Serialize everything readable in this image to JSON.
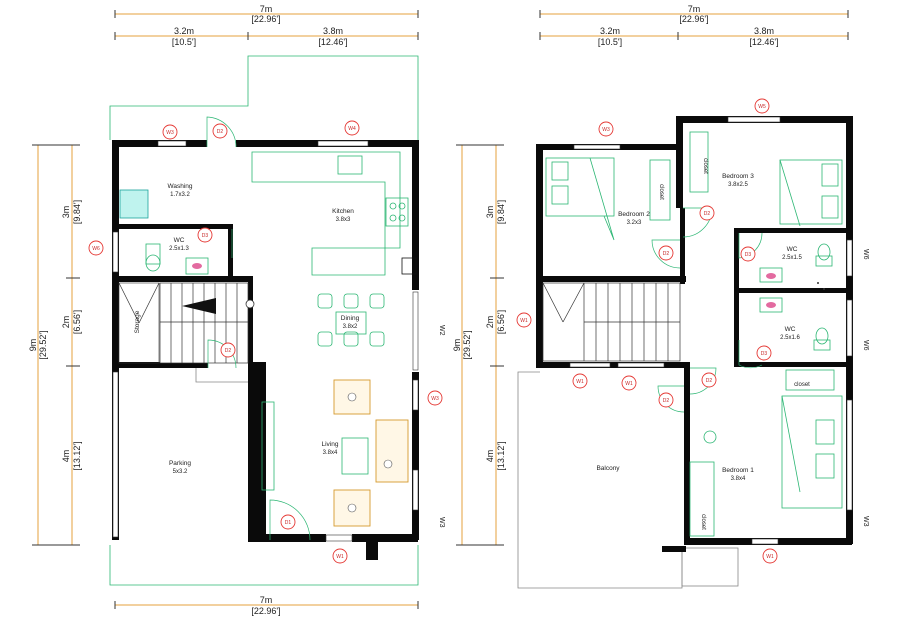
{
  "plans": [
    {
      "id": "ground-floor",
      "dims_top": {
        "total": "7m",
        "total_ft": "[22.96']",
        "left": "3.2m",
        "left_ft": "[10.5']",
        "right": "3.8m",
        "right_ft": "[12.46']"
      },
      "dims_bottom": {
        "total": "7m",
        "total_ft": "[22.96']"
      },
      "dims_left": {
        "total": "9m",
        "total_ft": "[29.52']",
        "a": "3m",
        "a_ft": "[9.84']",
        "b": "2m",
        "b_ft": "[6.56']",
        "c": "4m",
        "c_ft": "[13.12']"
      },
      "rooms": [
        {
          "name": "Washing",
          "size": "1.7x3.2"
        },
        {
          "name": "Kitchen",
          "size": "3.8x3"
        },
        {
          "name": "WC",
          "size": "2.5x1.3"
        },
        {
          "name": "Storage",
          "size": ""
        },
        {
          "name": "Dining",
          "size": "3.8x2"
        },
        {
          "name": "Living",
          "size": "3.8x4"
        },
        {
          "name": "Parking",
          "size": "5x3.2"
        }
      ],
      "tags": [
        "W3",
        "D2",
        "W4",
        "W6",
        "D3",
        "D2",
        "W3",
        "D1",
        "W1"
      ],
      "window_labels": [
        "W2",
        "W3"
      ]
    },
    {
      "id": "upper-floor",
      "dims_top": {
        "total": "7m",
        "total_ft": "[22.96']",
        "left": "3.2m",
        "left_ft": "[10.5']",
        "right": "3.8m",
        "right_ft": "[12.46']"
      },
      "dims_left": {
        "total": "9m",
        "total_ft": "[29.52']",
        "a": "3m",
        "a_ft": "[9.84']",
        "b": "2m",
        "b_ft": "[6.56']",
        "c": "4m",
        "c_ft": "[13.12']"
      },
      "rooms": [
        {
          "name": "Bedroom 2",
          "size": "3.2x3"
        },
        {
          "name": "Bedroom 3",
          "size": "3.8x2.5"
        },
        {
          "name": "WC",
          "size": "2.5x1.5"
        },
        {
          "name": "WC",
          "size": "2.5x1.6"
        },
        {
          "name": "Balcony",
          "size": ""
        },
        {
          "name": "Bedroom 1",
          "size": "3.8x4"
        }
      ],
      "closets": [
        "closet",
        "closet",
        "closet",
        "closet"
      ],
      "tags": [
        "W3",
        "W5",
        "D2",
        "D2",
        "D3",
        "W1",
        "W1",
        "W1",
        "D2",
        "D2",
        "D3",
        "W1"
      ],
      "window_labels": [
        "W6",
        "W6",
        "W3"
      ]
    }
  ]
}
